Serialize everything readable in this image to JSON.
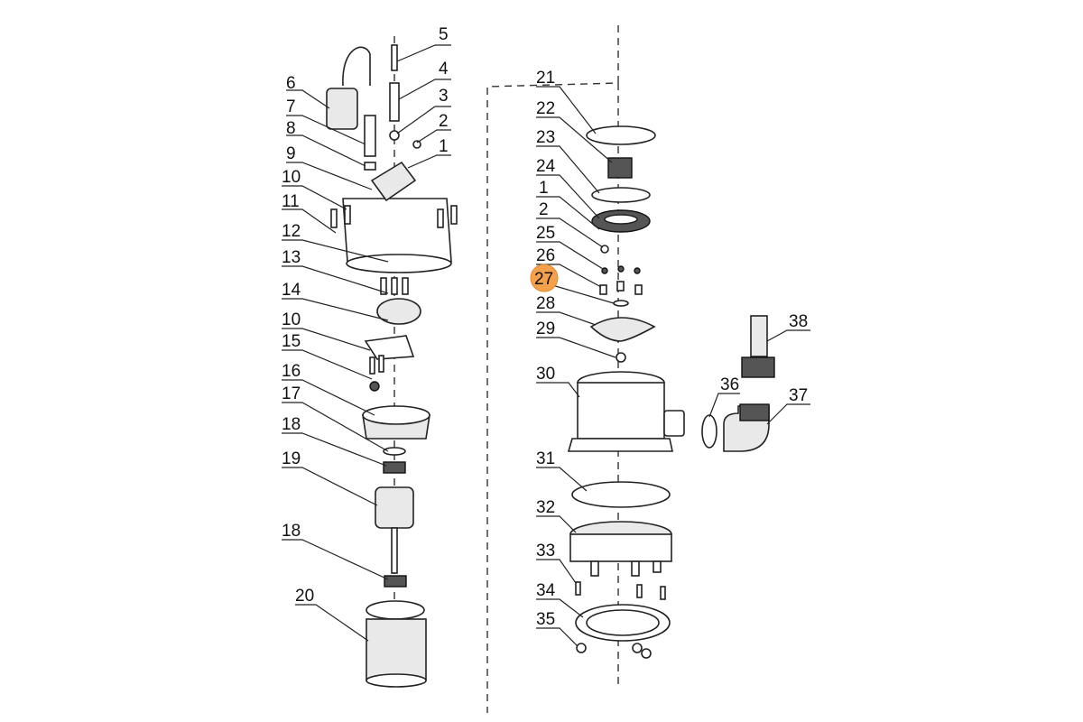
{
  "diagram": {
    "highlight_color": "#f5a04a",
    "highlighted_label": "27",
    "left_labels": [
      "5",
      "4",
      "6",
      "3",
      "7",
      "2",
      "8",
      "1",
      "9",
      "10",
      "11",
      "12",
      "13",
      "14",
      "10",
      "15",
      "16",
      "17",
      "18",
      "19",
      "18",
      "20"
    ],
    "right_labels": [
      "21",
      "22",
      "23",
      "24",
      "1",
      "2",
      "25",
      "26",
      "27",
      "28",
      "29",
      "30",
      "31",
      "32",
      "33",
      "34",
      "35",
      "36",
      "37",
      "38"
    ]
  }
}
